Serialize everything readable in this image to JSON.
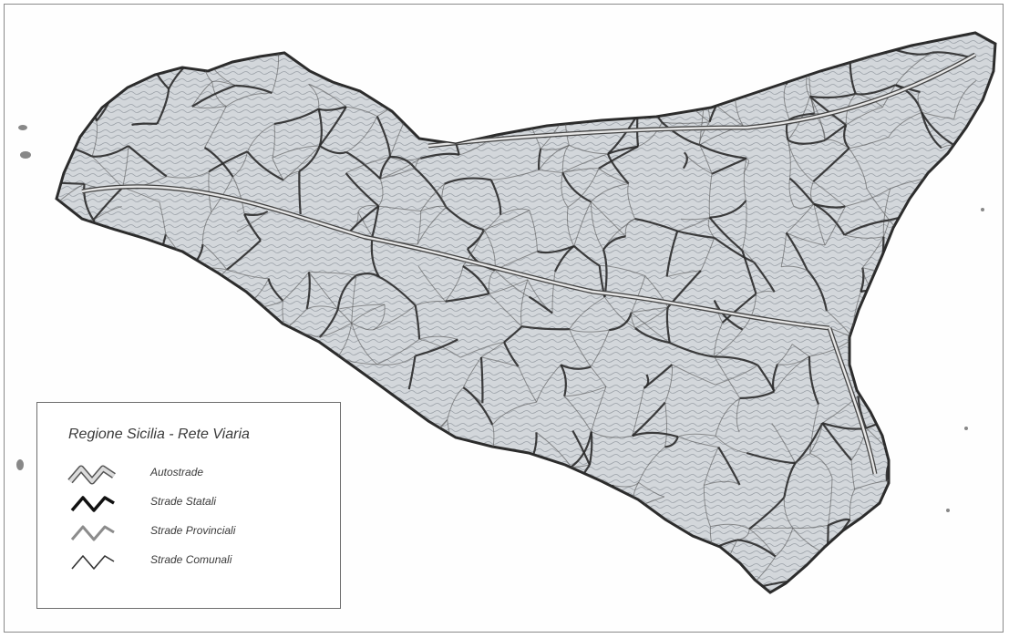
{
  "map": {
    "colors": {
      "land": "#d3d7db",
      "coast": "#2c2c2c",
      "road": "#2a2a2a",
      "secondary_road": "#555555",
      "sea": "#ffffff"
    }
  },
  "legend": {
    "title": "Regione Sicilia - Rete Viaria",
    "items": [
      {
        "label": "Autostrade",
        "symbol": "double-line",
        "color": "#9a9a9a"
      },
      {
        "label": "Strade Statali",
        "symbol": "thick-line",
        "color": "#111111"
      },
      {
        "label": "Strade Provinciali",
        "symbol": "medium-line",
        "color": "#8c8c8c"
      },
      {
        "label": "Strade Comunali",
        "symbol": "thin-line",
        "color": "#333333"
      }
    ]
  }
}
